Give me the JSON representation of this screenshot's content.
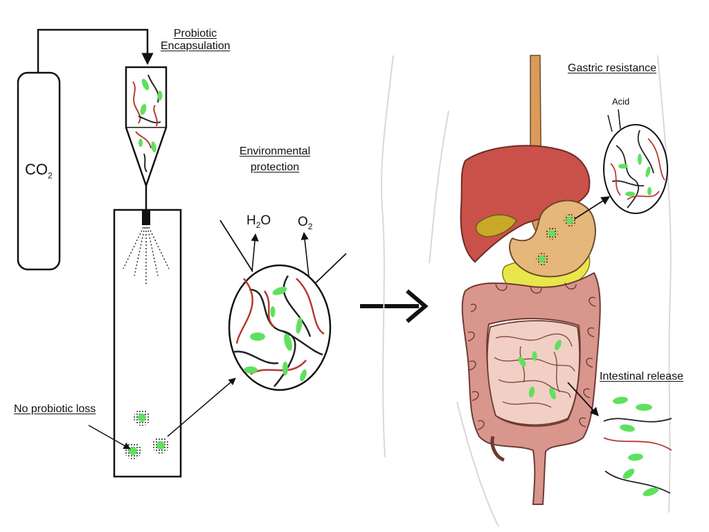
{
  "labels": {
    "encapsulation_line1": "Probiotic",
    "encapsulation_line2": "Encapsulation",
    "environmental_line1": "Environmental",
    "environmental_line2": "protection",
    "no_loss": "No probiotic loss",
    "gastric": "Gastric resistance",
    "acid": "Acid",
    "intestinal": "Intestinal release"
  },
  "chemicals": {
    "co2": {
      "base": "CO",
      "sub": "2"
    },
    "h2o": {
      "pre": "H",
      "sub": "2",
      "post": "O"
    },
    "o2": {
      "base": "O",
      "sub": "2"
    }
  },
  "colors": {
    "probiotic_green": "#5fe05f",
    "polymer_red": "#b53a30",
    "polymer_dark": "#222222",
    "liver": "#c9514a",
    "stomach": "#e6b77a",
    "intestine_pink": "#d9968c",
    "small_intestine": "#f1cfc4",
    "esophagus": "#d99a5a",
    "pancreas": "#e8e64a"
  }
}
